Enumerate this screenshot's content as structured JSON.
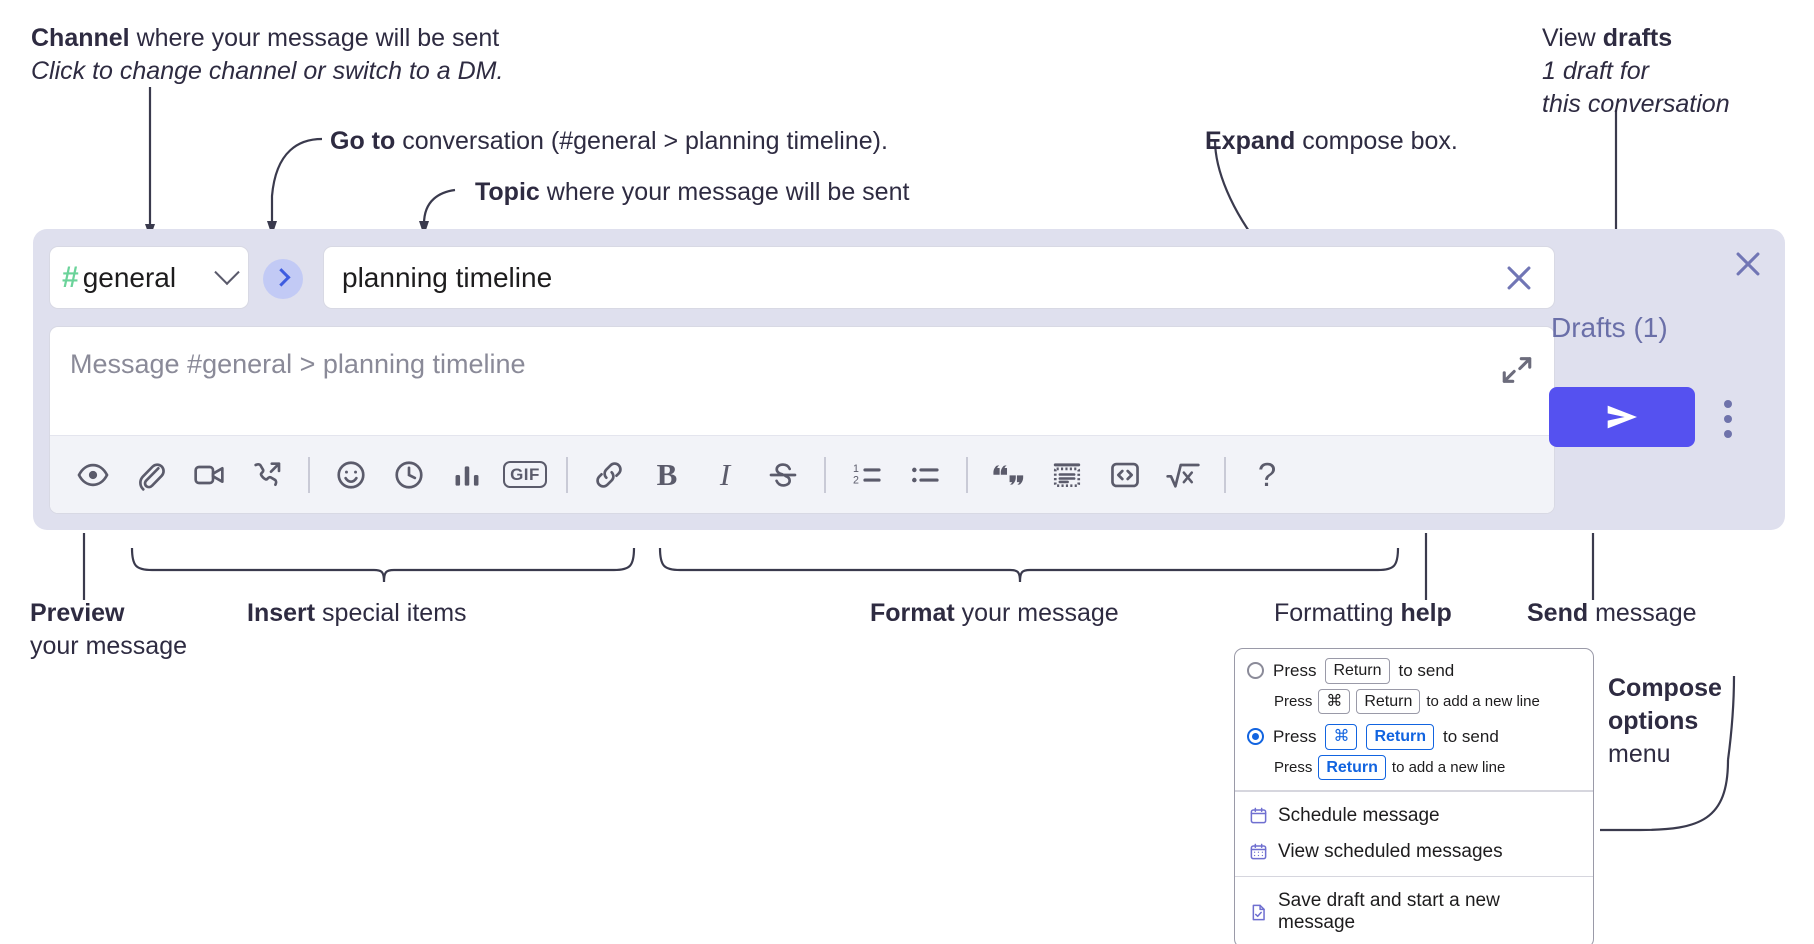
{
  "annotations": {
    "channel": {
      "bold": "Channel",
      "rest": " where your message will be sent",
      "italic": "Click to change channel or switch to a DM."
    },
    "goto": {
      "bold": "Go to",
      "rest": " conversation (#general > planning timeline)."
    },
    "topic": {
      "bold": "Topic",
      "rest": " where your message will be sent"
    },
    "expand": {
      "bold": "Expand",
      "rest": " compose box."
    },
    "drafts": {
      "lead": "View ",
      "bold": "drafts",
      "italic1": "1 draft for",
      "italic2": "this conversation"
    },
    "preview": {
      "bold": "Preview",
      "rest": "your message"
    },
    "insert": {
      "bold": "Insert",
      "rest": " special items"
    },
    "format": {
      "bold": "Format",
      "rest": " your message"
    },
    "help": {
      "lead": "Formatting ",
      "bold": "help"
    },
    "send": {
      "bold": "Send",
      "rest": " message"
    },
    "compose_options": {
      "bold1": "Compose",
      "bold2": "options",
      "rest": "menu"
    }
  },
  "compose": {
    "channel": {
      "hash": "#",
      "name": "general",
      "chevron_icon": "chevron-down-icon"
    },
    "goto_icon": "chevron-right-icon",
    "topic": {
      "value": "planning timeline",
      "clear_icon": "close-icon"
    },
    "message": {
      "placeholder": "Message #general > planning timeline",
      "expand_icon": "expand-icon"
    },
    "toolbar": [
      {
        "name": "preview-button",
        "icon": "eye-icon",
        "label": "Preview"
      },
      {
        "name": "attach-button",
        "icon": "paperclip-icon",
        "label": "Attach file"
      },
      {
        "name": "video-button",
        "icon": "video-camera-icon",
        "label": "Video clip"
      },
      {
        "name": "audio-button",
        "icon": "phone-icon",
        "label": "Audio clip"
      },
      {
        "name": "separator-1",
        "icon": "divider",
        "label": ""
      },
      {
        "name": "emoji-button",
        "icon": "smiley-icon",
        "label": "Emoji"
      },
      {
        "name": "reminder-button",
        "icon": "clock-icon",
        "label": "Reminder"
      },
      {
        "name": "poll-button",
        "icon": "bar-chart-icon",
        "label": "Poll"
      },
      {
        "name": "gif-button",
        "icon": "gif-icon",
        "label": "GIF"
      },
      {
        "name": "separator-2",
        "icon": "divider",
        "label": ""
      },
      {
        "name": "link-button",
        "icon": "link-icon",
        "label": "Link"
      },
      {
        "name": "bold-button",
        "icon": "bold-icon",
        "label": "B"
      },
      {
        "name": "italic-button",
        "icon": "italic-icon",
        "label": "I"
      },
      {
        "name": "strikethrough-button",
        "icon": "strikethrough-icon",
        "label": "Strikethrough"
      },
      {
        "name": "separator-3",
        "icon": "divider",
        "label": ""
      },
      {
        "name": "ordered-list-button",
        "icon": "ordered-list-icon",
        "label": "Ordered list"
      },
      {
        "name": "bullet-list-button",
        "icon": "bullet-list-icon",
        "label": "Bulleted list"
      },
      {
        "name": "separator-4",
        "icon": "divider",
        "label": ""
      },
      {
        "name": "blockquote-button",
        "icon": "quote-icon",
        "label": "Blockquote"
      },
      {
        "name": "code-block-button",
        "icon": "code-block-icon",
        "label": "Code block"
      },
      {
        "name": "inline-code-button",
        "icon": "code-brackets-icon",
        "label": "Code"
      },
      {
        "name": "math-button",
        "icon": "math-icon",
        "label": "Math"
      },
      {
        "name": "separator-5",
        "icon": "divider",
        "label": ""
      },
      {
        "name": "help-button",
        "icon": "question-mark-icon",
        "label": "?"
      }
    ],
    "gif_label": "GIF",
    "bold_label": "B",
    "italic_label": "I",
    "help_label": "?"
  },
  "right": {
    "close_icon": "close-icon",
    "drafts_label": "Drafts (1)",
    "send_icon": "send-paper-plane-icon",
    "kebab_icon": "more-options-vertical-icon"
  },
  "popup": {
    "option1": {
      "press": "Press",
      "key": "Return",
      "tail": "to send",
      "sub_press": "Press",
      "sub_key1": "⌘",
      "sub_key2": "Return",
      "sub_tail": "to add a new line",
      "selected": false
    },
    "option2": {
      "press": "Press",
      "key1": "⌘",
      "key2": "Return",
      "tail": "to send",
      "sub_press": "Press",
      "sub_key": "Return",
      "sub_tail": "to add a new line",
      "selected": true
    },
    "items": [
      {
        "label": "Schedule message",
        "icon": "calendar-icon"
      },
      {
        "label": "View scheduled messages",
        "icon": "calendar-grid-icon"
      },
      {
        "label": "Save draft and start a new message",
        "icon": "document-check-icon"
      }
    ]
  },
  "colors": {
    "panel_bg": "#dfe0ee",
    "accent_send": "#5551f0",
    "hash_green": "#6bd39a",
    "goto_bg": "#c2caf5",
    "drafts_text": "#6a6fa8",
    "radio_blue": "#1264e0",
    "toolbar_bg": "#f2f3f8"
  }
}
